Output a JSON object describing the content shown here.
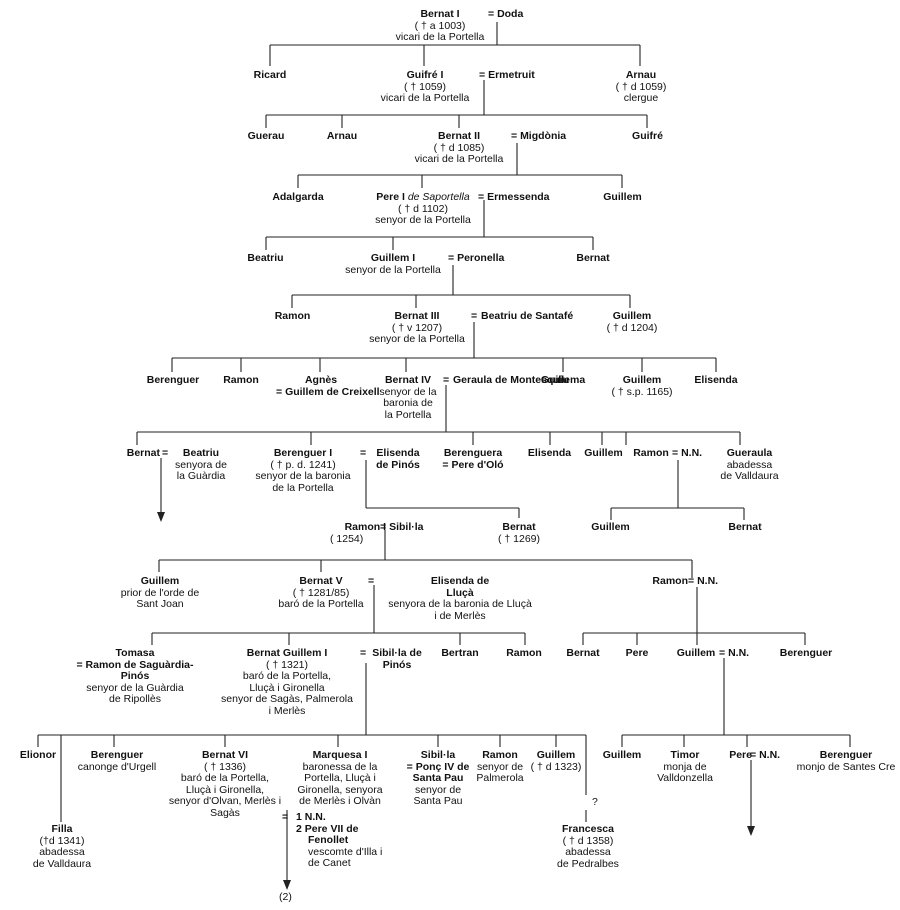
{
  "nodes": {
    "bernat1": {
      "name": "Bernat I",
      "lines": [
        "( † a 1003)",
        "vicari de la Portella"
      ],
      "spouse": "Doda"
    },
    "ricard": {
      "name": "Ricard"
    },
    "guifre1": {
      "name": "Guifré I",
      "lines": [
        "( † 1059)",
        "vicari de la Portella"
      ],
      "spouse": "Ermetruit"
    },
    "arnau1": {
      "name": "Arnau",
      "lines": [
        "( † d 1059)",
        "clergue"
      ]
    },
    "guerau": {
      "name": "Guerau"
    },
    "arnau2": {
      "name": "Arnau"
    },
    "bernat2": {
      "name": "Bernat II",
      "lines": [
        "( † d 1085)",
        "vicari de la Portella"
      ],
      "spouse": "Migdònia"
    },
    "guifre2": {
      "name": "Guifré"
    },
    "adalgarda": {
      "name": "Adalgarda"
    },
    "pere1": {
      "name": "Pere I",
      "name_italic": "de Saportella",
      "lines": [
        "( † d 1102)",
        "senyor de la Portella"
      ],
      "spouse": "Ermessenda"
    },
    "guillem_a": {
      "name": "Guillem"
    },
    "beatriu1": {
      "name": "Beatriu"
    },
    "guillem1": {
      "name": "Guillem I",
      "lines": [
        "senyor de la Portella"
      ],
      "spouse": "Peronella"
    },
    "bernat_b": {
      "name": "Bernat"
    },
    "ramon_a": {
      "name": "Ramon"
    },
    "bernat3": {
      "name": "Bernat III",
      "lines": [
        "( † v 1207)",
        "senyor de la Portella"
      ],
      "spouse": "Beatriu de Santafé"
    },
    "guillem_b": {
      "name": "Guillem",
      "lines": [
        "( † d 1204)"
      ]
    },
    "berenguer_a": {
      "name": "Berenguer"
    },
    "ramon_b": {
      "name": "Ramon"
    },
    "agnes": {
      "name": "Agnès",
      "spouse_note": "Guillem de Creixell"
    },
    "bernat4": {
      "name": "Bernat IV",
      "lines": [
        "senyor de la",
        "baronia de",
        "la Portella"
      ],
      "spouse": "Geraula de Montesquiu"
    },
    "guillema": {
      "name": "Guillema"
    },
    "guillem_c": {
      "name": "Guillem",
      "lines": [
        "( † s.p. 1165)"
      ]
    },
    "elisenda_a": {
      "name": "Elisenda"
    },
    "bernat_c": {
      "name": "Bernat",
      "spouse": "Beatriu",
      "spouse_lines": [
        "senyora de",
        "la Guàrdia"
      ]
    },
    "berenguer1": {
      "name": "Berenguer I",
      "lines": [
        "( † p. d. 1241)",
        "senyor de la baronia",
        "de la Portella"
      ],
      "spouse": "Elisenda de Pinós"
    },
    "berenguera": {
      "name": "Berenguera",
      "spouse_note": "Pere d'Oló"
    },
    "elisenda_b": {
      "name": "Elisenda"
    },
    "guillem_d": {
      "name": "Guillem"
    },
    "ramon_c": {
      "name": "Ramon",
      "spouse": "N.N."
    },
    "gueraula": {
      "name": "Gueraula",
      "lines": [
        "abadessa",
        "de Valldaura"
      ]
    },
    "guillem_e": {
      "name": "Guillem"
    },
    "bernat_d": {
      "name": "Bernat"
    },
    "ramon1": {
      "name": "Ramon I",
      "lines": [
        "(      1254)"
      ],
      "spouse": "Sibil·la"
    },
    "bernat_e": {
      "name": "Bernat",
      "lines": [
        "( † 1269)"
      ]
    },
    "guillem_f": {
      "name": "Guillem",
      "lines": [
        "prior de l'orde de",
        "Sant Joan"
      ]
    },
    "bernat5": {
      "name": "Bernat V",
      "lines": [
        "( † 1281/85)",
        "baró de la Portella"
      ]
    },
    "elisenda_c": {
      "name": "Elisenda de",
      "name2": "Lluçà",
      "lines": [
        "senyora de la baronia de Lluçà",
        "i de Merlès"
      ]
    },
    "ramon_d": {
      "name": "Ramon",
      "spouse": "N.N."
    },
    "tomasa": {
      "name": "Tomasa",
      "spouse_note": "Ramon de Saguàrdia-",
      "spouse_note2": "Pinós",
      "lines": [
        "senyor de la Guàrdia",
        "de Ripollès"
      ]
    },
    "bernatguillem1": {
      "name": "Bernat Guillem I",
      "lines": [
        "( † 1321)",
        "baró de la Portella,",
        "Lluçà i Gironella",
        "senyor de Sagàs, Palmerola",
        "i Merlès"
      ],
      "spouse": "Sibil·la de Pinós"
    },
    "bertran": {
      "name": "Bertran"
    },
    "ramon_e": {
      "name": "Ramon"
    },
    "bernat_f": {
      "name": "Bernat"
    },
    "pere_a": {
      "name": "Pere"
    },
    "guillem_g": {
      "name": "Guillem",
      "spouse": "N.N."
    },
    "berenguer_b": {
      "name": "Berenguer"
    },
    "elionor": {
      "name": "Elionor"
    },
    "berenguer_c": {
      "name": "Berenguer",
      "lines": [
        "canonge d'Urgell"
      ]
    },
    "bernat6": {
      "name": "Bernat VI",
      "lines": [
        "( † 1336)",
        "baró de la Portella,",
        "Lluçà i Gironella,",
        "senyor d'Olvan, Merlès i",
        "Sagàs"
      ]
    },
    "marquesa1": {
      "name": "Marquesa I",
      "lines": [
        "baronessa de la",
        "Portella, Lluçà i",
        "Gironella, senyora",
        "de Merlès i Olvàn"
      ],
      "spouse1": "1 N.N.",
      "spouse2": "2 Pere VII de",
      "spouse2b": "Fenollet",
      "spouse2_lines": [
        "vescomte d'Illa i",
        "de Canet"
      ]
    },
    "sibilla": {
      "name": "Sibil·la",
      "spouse_note": "Ponç IV de",
      "spouse_note2": "Santa Pau",
      "lines": [
        "senyor de",
        "Santa Pau"
      ]
    },
    "ramon_f": {
      "name": "Ramon",
      "lines": [
        "senyor de",
        "Palmerola"
      ]
    },
    "guillem_h": {
      "name": "Guillem",
      "lines": [
        "( † d 1323)"
      ]
    },
    "filla": {
      "name": "Filla",
      "lines": [
        "(†d 1341)",
        "abadessa",
        "de Valldaura"
      ]
    },
    "francesca": {
      "name": "Francesca",
      "lines": [
        "( † d 1358)",
        "abadessa",
        "de Pedralbes"
      ]
    },
    "guillem_i": {
      "name": "Guillem"
    },
    "timor": {
      "name": "Timor",
      "lines": [
        "monja de",
        "Valldonzella"
      ]
    },
    "pere_b": {
      "name": "Pere",
      "spouse": "N.N."
    },
    "berenguer_d": {
      "name": "Berenguer",
      "lines": [
        "monjo de Santes Cre"
      ]
    }
  },
  "markers": {
    "question": "?",
    "note2": "(2)"
  }
}
